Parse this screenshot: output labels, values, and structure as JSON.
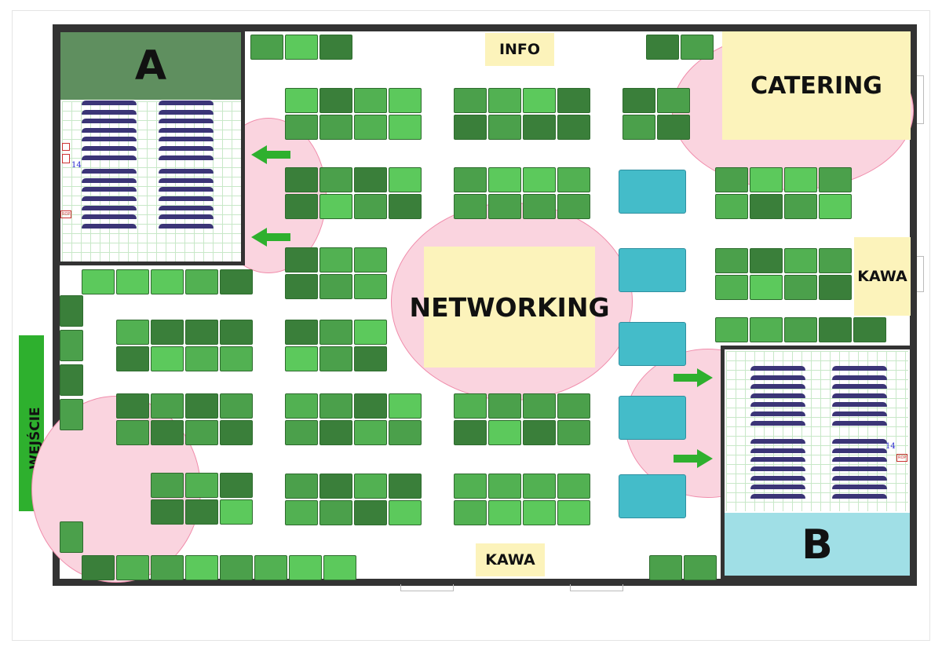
{
  "labels": {
    "info": "INFO",
    "catering": "CATERING",
    "networking": "NETWORKING",
    "kawa_right": "KAWA",
    "kawa_bottom": "KAWA",
    "room_a": "A",
    "room_b": "B",
    "entrance": "WEJŚCIE",
    "row_number_a": "14",
    "row_number_b": "14",
    "sign_rop": "ROP"
  },
  "colors": {
    "booth_dark": "#3a7f3a",
    "booth_mid": "#4ba04b",
    "booth_light": "#5cc95c",
    "networking_zone": "#fad4df",
    "label_bg": "#fcf3bb",
    "cyan_stand": "#44bcc9",
    "room_a_header": "#5f8f5f",
    "room_b_header": "#a0dfe6",
    "seats": "#3b3577",
    "arrows": "#2eb02e",
    "walls": "#333333"
  },
  "icons": {
    "arrow_left": "arrow-left-icon",
    "arrow_right": "arrow-right-icon",
    "entrance_arrow": "entrance-arrow-icon"
  }
}
